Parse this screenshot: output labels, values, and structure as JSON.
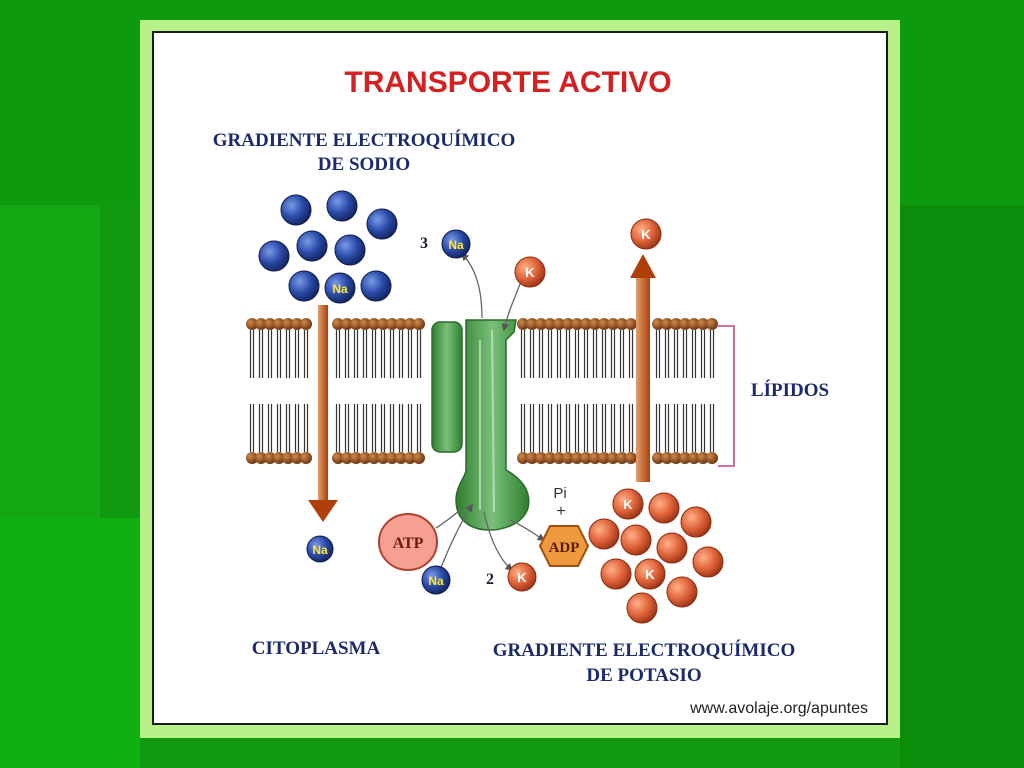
{
  "slide": {
    "background_color": "#119911",
    "frame_color": "#b8f08a"
  },
  "diagram": {
    "title": "TRANSPORTE ACTIVO",
    "sodium_gradient_line1": "GRADIENTE ELECTROQUÍMICO",
    "sodium_gradient_line2": "DE SODIO",
    "potassium_gradient_line1": "GRADIENTE ELECTROQUÍMICO",
    "potassium_gradient_line2": "DE POTASIO",
    "lipids_label": "LÍPIDOS",
    "cytoplasm_label": "CITOPLASMA",
    "source_url": "www.avolaje.org/apuntes",
    "sodium_symbol": "Na",
    "potassium_symbol": "K",
    "sodium_count": "3",
    "potassium_count": "2",
    "atp_label": "ATP",
    "adp_label": "ADP",
    "pi_label": "Pi",
    "plus_sign": "+",
    "colors": {
      "title": "#d42020",
      "labels": "#1a2a6a",
      "sodium": "#1e3a8a",
      "potassium": "#d4502a",
      "protein": "#3a9a3a",
      "arrow": "#c0501a",
      "lipid_head": "#8a4a1a"
    }
  }
}
